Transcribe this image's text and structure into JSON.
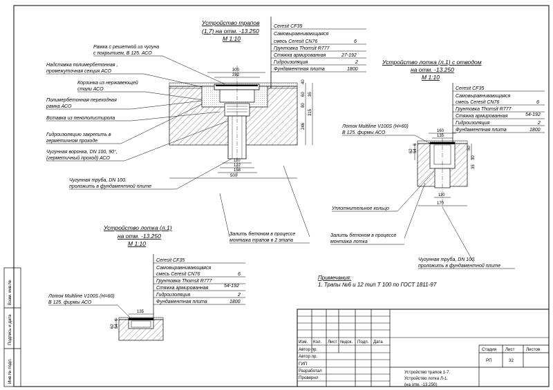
{
  "sheet": {
    "side_stamp": [
      "Взам. инв.№",
      "Подпись и дата",
      "Инв.№ подл."
    ]
  },
  "view_a": {
    "title1": "Устройство трапов",
    "title2": "(1,7) на отм. -13.250",
    "scale": "М 1:10",
    "callouts": [
      "Рамка с решеткой из чугуна",
      "с покрытием, В 125. АСО",
      "Надставка полимербетонная ,",
      "промежуточная секция АСО",
      "Корзинка из нержавеющей",
      "стали АСО",
      "Полимербетонная переходная",
      "рамка АСО",
      "Вставка из пенополистирола",
      "Гидроизоляцию закрепить в",
      "герметичном проходе",
      "Чугунная воронка, DN 100, 90°,",
      "(герметичный проход) АСО",
      "Чугунная труба, DN 100.",
      "проложить в фундаментной плите"
    ],
    "layers": [
      {
        "name": "Ceresit CF35",
        "value": ""
      },
      {
        "name": "Самовыравнивающаяся",
        "value": ""
      },
      {
        "name": "смесь Ceresit CN76",
        "value": "6"
      },
      {
        "name": "Грунтовка Thomsit R777",
        "value": ""
      },
      {
        "name": "Стяжка армированная",
        "value": "27-192"
      },
      {
        "name": "Гидроизоляция",
        "value": "2"
      },
      {
        "name": "Фундаментная плита",
        "value": "1800"
      }
    ],
    "dims": {
      "top": [
        "300",
        "282"
      ],
      "bottom": [
        "110",
        "122",
        "158",
        "500"
      ],
      "right": [
        "40",
        "60",
        "80",
        "35",
        "315",
        "246"
      ]
    }
  },
  "view_b": {
    "title1": "Устройство лотка (л.1) с отводом",
    "title2": "на отм. -13.250",
    "scale": "М 1:10",
    "callouts": [
      "Лоток Multiline V100S (H=60)",
      "В 125. фирмы АСО",
      "Уплотнительное кольцо",
      "Залить бетоном в процессе",
      "монтажа лотка",
      "Чугунная труба, DN 100.",
      "проложить в фундаментной плите"
    ],
    "layers": [
      {
        "name": "Ceresit CF35",
        "value": ""
      },
      {
        "name": "Самовыравнивающаяся",
        "value": ""
      },
      {
        "name": "смесь Ceresit CN76",
        "value": "6"
      },
      {
        "name": "Грунтовка Thomsit R777",
        "value": ""
      },
      {
        "name": "Стяжка армированная",
        "value": "54-192"
      },
      {
        "name": "Гидроизоляция",
        "value": "2"
      },
      {
        "name": "Фундаментная плита",
        "value": "1800"
      }
    ],
    "dims": {
      "top": [
        "160",
        "135"
      ],
      "left": [
        "62",
        "54",
        "6"
      ],
      "right": [
        "50",
        "30",
        "35"
      ],
      "bottom": [
        "110",
        "170"
      ]
    }
  },
  "view_c": {
    "title1": "Устройство лотка (л.1)",
    "title2": "на отм. -13.250",
    "scale": "М 1:10",
    "callouts": [
      "Лоток Multiline V100S (H=60)",
      "В 125. фирмы АСО"
    ],
    "layers": [
      {
        "name": "Ceresit CF35",
        "value": ""
      },
      {
        "name": "Самовыравнивающаяся",
        "value": ""
      },
      {
        "name": "смесь Ceresit CN76",
        "value": "6"
      },
      {
        "name": "Грунтовка Thomsit R777",
        "value": ""
      },
      {
        "name": "Стяжка армированная",
        "value": "54-192"
      },
      {
        "name": "Гидроизоляция",
        "value": "2"
      },
      {
        "name": "Фундаментная плита",
        "value": "1800"
      }
    ],
    "dims": {
      "top": [
        "135"
      ],
      "left": [
        "62",
        "54",
        "6"
      ]
    }
  },
  "shared_note": [
    "Залить бетоном в процессе",
    "монтажа трапов в 2 этапа"
  ],
  "notes": {
    "heading": "Примечания:",
    "items": [
      "1. Трапы №6 и 12 тип Т 100 по ГОСТ 1811-97"
    ]
  },
  "title_block": {
    "columns": [
      "Изм.",
      "Кол.",
      "Лист",
      "№док.",
      "Подп.",
      "Дата"
    ],
    "roles": [
      "Автор пр.",
      "Автор пр.",
      "ГИП",
      "Разработал",
      "Проверил"
    ],
    "stage_headers": [
      "Стадия",
      "Лист",
      "Листов"
    ],
    "stage_values": [
      "РП",
      "32",
      ""
    ],
    "description": [
      "Устройство трапов 1-7.",
      "Устройство лотка Л-1.",
      "(на отм. -13.250)"
    ]
  }
}
